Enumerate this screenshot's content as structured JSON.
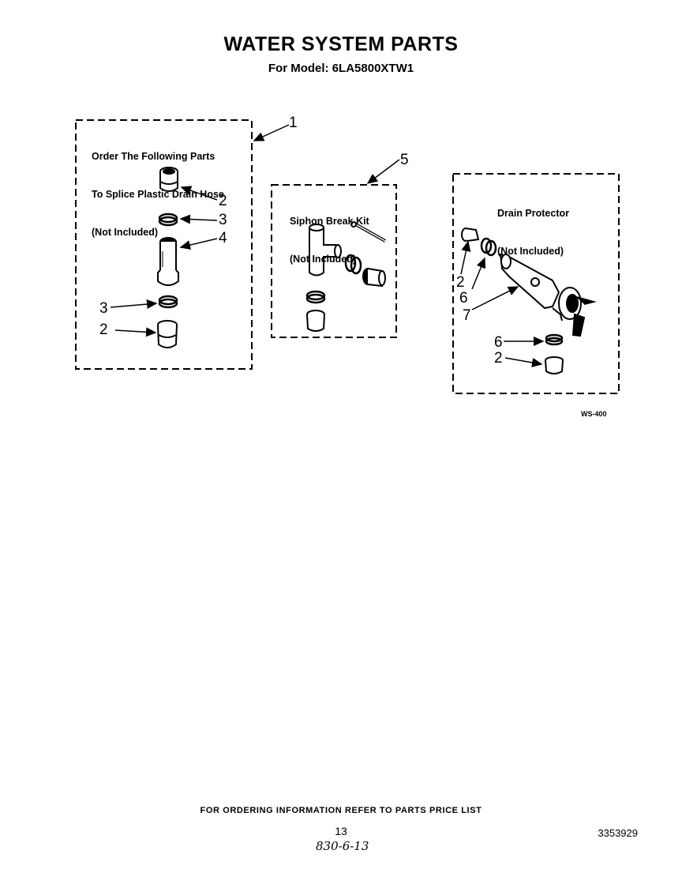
{
  "header": {
    "title": "WATER SYSTEM PARTS",
    "model_line": "For Model: 6LA5800XTW1"
  },
  "boxes": {
    "splice_kit": {
      "label_lines": [
        "Order The Following Parts",
        "To Splice Plastic Drain Hose",
        "(Not Included)"
      ],
      "ref": "1",
      "callouts": [
        "2",
        "3",
        "4",
        "3",
        "2"
      ]
    },
    "siphon_break_kit": {
      "label_lines": [
        "Siphon Break Kit",
        "(Not Included)"
      ],
      "ref": "5"
    },
    "drain_protector": {
      "label_lines": [
        "Drain Protector",
        "(Not Included)"
      ],
      "callouts": [
        "2",
        "6",
        "7",
        "6",
        "2"
      ]
    }
  },
  "figure_code": "WS-400",
  "footer": {
    "note": "FOR ORDERING INFORMATION REFER TO PARTS PRICE LIST",
    "page_number": "13",
    "doc_number": "3353929",
    "handwritten": "830-6-13"
  },
  "colors": {
    "ink": "#000000",
    "paper": "#ffffff"
  }
}
